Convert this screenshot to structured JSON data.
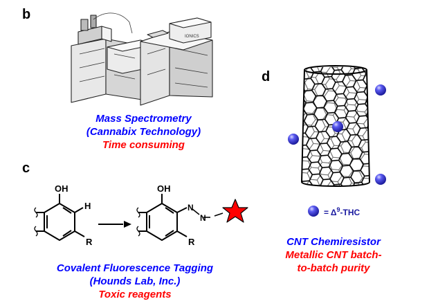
{
  "panels": {
    "b": {
      "label": "b",
      "title_line1": "Mass Spectrometry",
      "title_line2": "(Cannabix Technology)",
      "drawback": "Time consuming",
      "instrument_picture_text": "IONICS"
    },
    "c": {
      "label": "c",
      "title_line1": "Covalent Fluorescence Tagging",
      "title_line2": "(Hounds Lab, Inc.)",
      "drawback": "Toxic reagents",
      "reactant_atoms": {
        "oh": "OH",
        "h": "H",
        "r": "R"
      },
      "product_atoms": {
        "oh": "OH",
        "n1": "N",
        "n2": "N",
        "r": "R"
      }
    },
    "d": {
      "label": "d",
      "legend_prefix": "= Δ",
      "legend_superscript": "9",
      "legend_suffix": "-THC",
      "title": "CNT Chemiresistor",
      "drawback_line1": "Metallic CNT batch-",
      "drawback_line2": "to-batch purity"
    }
  },
  "colors": {
    "blue_text": "#0000ff",
    "red_text": "#ff0000",
    "sphere": "#3a3ae8",
    "star": "#ff0000"
  }
}
